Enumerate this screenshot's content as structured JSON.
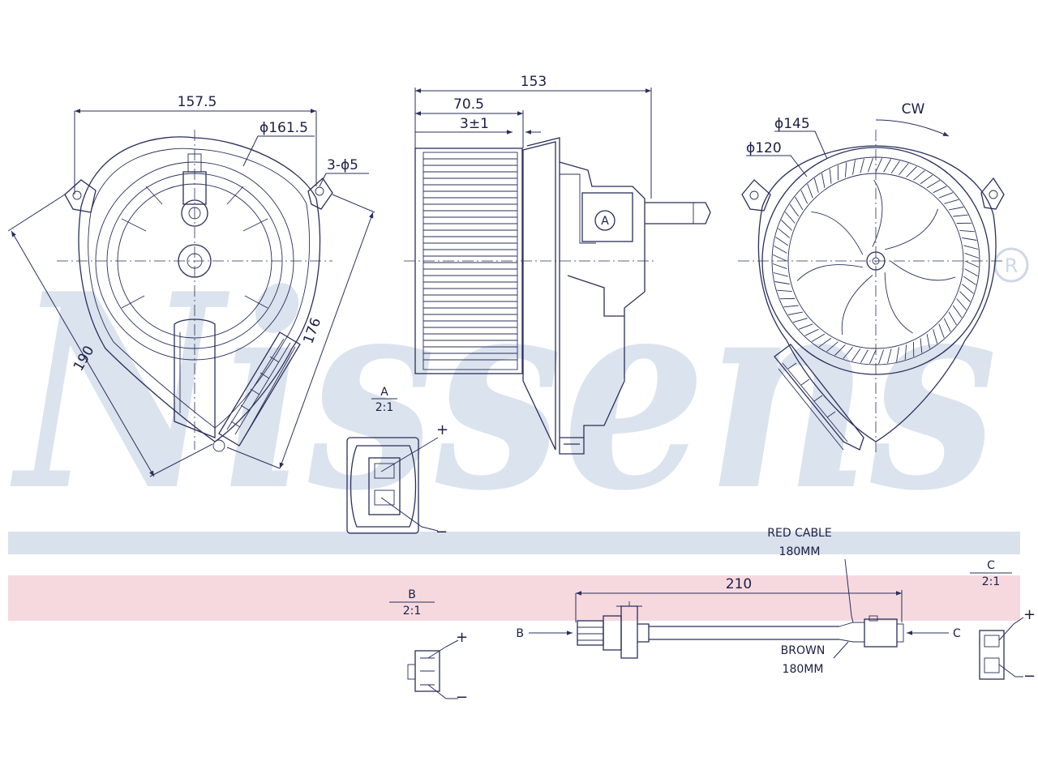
{
  "watermark": {
    "brand": "Nissens",
    "registered": "®",
    "colors": {
      "band_blue": "#d9e1ec",
      "band_red": "#f6d9df",
      "letters": "#dbe3ee"
    }
  },
  "front_view": {
    "dim_width": "157.5",
    "dim_dia": "ϕ161.5",
    "dim_holes": "3-ϕ5",
    "dim_left": "190",
    "dim_right": "176"
  },
  "side_view": {
    "dim_total": "153",
    "dim_wheel": "70.5",
    "dim_gap": "3±1",
    "detail_mark": "A"
  },
  "rear_view": {
    "rotation": "CW",
    "dim_outer": "ϕ145",
    "dim_inner": "ϕ120"
  },
  "detail_a": {
    "title": "A",
    "scale": "2:1",
    "plus": "+",
    "minus": "−"
  },
  "detail_b": {
    "title": "B",
    "scale": "2:1",
    "plus": "+",
    "minus": "−"
  },
  "detail_c": {
    "title": "C",
    "scale": "2:1",
    "plus": "+",
    "minus": "−"
  },
  "cable": {
    "length": "210",
    "red_label_1": "RED CABLE",
    "red_label_2": "180MM",
    "brown_label_1": "BROWN",
    "brown_label_2": "180MM",
    "end_b": "B",
    "end_c": "C"
  }
}
